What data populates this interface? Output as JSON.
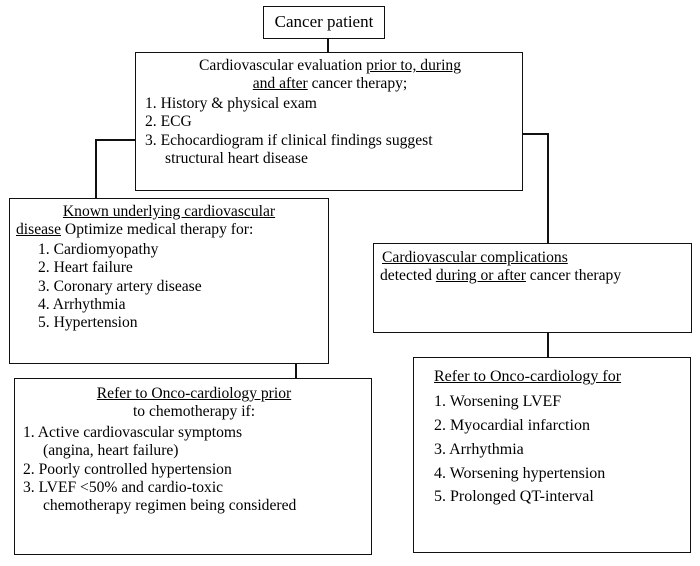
{
  "diagram": {
    "title": "Cancer patient cardiovascular evaluation flowchart",
    "ink_color": "#111111",
    "background_color": "#ffffff",
    "nodes": {
      "cancer_patient": {
        "label": "Cancer patient"
      },
      "cv_evaluation": {
        "header_plain_1": "Cardiovascular evaluation ",
        "header_underline_1": "prior to, during",
        "header_underline_2": "and after",
        "header_plain_2": " cancer therapy;",
        "items": [
          "1. History & physical exam",
          "2. ECG",
          "3. Echocardiogram if clinical findings suggest"
        ],
        "item_3_continuation": "structural heart disease"
      },
      "known_disease": {
        "header_underline_1": "Known underlying cardiovascular",
        "header_underline_2": "disease",
        "header_plain": " Optimize medical therapy for:",
        "items": [
          "1. Cardiomyopathy",
          "2. Heart failure",
          "3. Coronary artery disease",
          "4. Arrhythmia",
          "5. Hypertension"
        ]
      },
      "cv_complications": {
        "header_underline_1": "Cardiovascular complications",
        "line2_plain_1": "detected ",
        "line2_underline": "during or after",
        "line2_plain_2": " cancer therapy"
      },
      "refer_prior": {
        "header_underline": "Refer to Onco-cardiology prior",
        "header_plain": "to chemotherapy if:",
        "items": [
          "1. Active cardiovascular symptoms",
          "2. Poorly controlled hypertension",
          "3. LVEF <50% and cardio-toxic"
        ],
        "item_1_continuation": "(angina, heart failure)",
        "item_3_continuation": "chemotherapy regimen being considered"
      },
      "refer_for": {
        "header_underline": "Refer to Onco-cardiology for",
        "items": [
          "1. Worsening LVEF",
          "2. Myocardial infarction",
          "3. Arrhythmia",
          "4. Worsening hypertension",
          "5. Prolonged QT-interval"
        ]
      }
    },
    "connectors": [
      {
        "name": "cancer-patient-to-evaluation",
        "type": "vertical"
      },
      {
        "name": "evaluation-to-known-disease",
        "type": "elbow-left"
      },
      {
        "name": "evaluation-to-complications",
        "type": "elbow-right"
      },
      {
        "name": "known-disease-to-refer-prior",
        "type": "vertical"
      },
      {
        "name": "complications-to-refer-for",
        "type": "vertical"
      }
    ]
  }
}
